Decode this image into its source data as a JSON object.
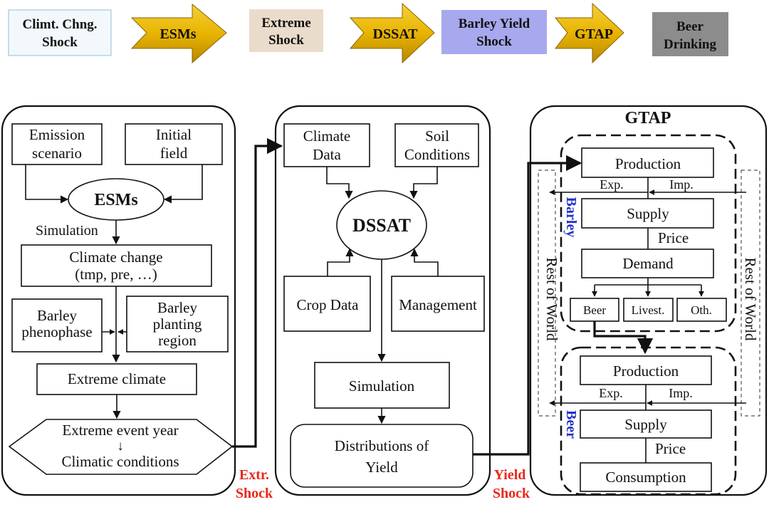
{
  "flow": {
    "step1": [
      "Climt. Chng.",
      "Shock"
    ],
    "arrow1": "ESMs",
    "step2": [
      "Extreme",
      "Shock"
    ],
    "arrow2": "DSSAT",
    "step3": [
      "Barley Yield",
      "Shock"
    ],
    "arrow3": "GTAP",
    "step4": [
      "Beer",
      "Drinking"
    ]
  },
  "esm_panel": {
    "emission": [
      "Emission",
      "scenario"
    ],
    "initial": [
      "Initial",
      "field"
    ],
    "esms": "ESMs",
    "simulation": "Simulation",
    "climate_change": [
      "Climate change",
      "(tmp, pre, …)"
    ],
    "phenophase": [
      "Barley",
      "phenophase"
    ],
    "planting": [
      "Barley",
      "planting",
      "region"
    ],
    "extreme_climate": "Extreme climate",
    "event_year": "Extreme event year",
    "down_arrow": "↓",
    "climatic_conditions": "Climatic conditions"
  },
  "dssat_panel": {
    "climate_data": [
      "Climate",
      "Data"
    ],
    "soil": [
      "Soil",
      "Conditions"
    ],
    "dssat": "DSSAT",
    "crop_data": "Crop Data",
    "management": "Management",
    "simulation": "Simulation",
    "distributions": [
      "Distributions of",
      "Yield"
    ]
  },
  "links": {
    "extr_shock": [
      "Extr.",
      "Shock"
    ],
    "yield_shock": [
      "Yield",
      "Shock"
    ]
  },
  "gtap_panel": {
    "title": "GTAP",
    "rest_left": "Rest of World",
    "rest_right": "Rest of World",
    "barley_label": "Barley",
    "beer_label": "Beer",
    "production1": "Production",
    "exp1": "Exp.",
    "imp1": "Imp.",
    "supply1": "Supply",
    "price1": "Price",
    "demand": "Demand",
    "beer": "Beer",
    "livest": "Livest.",
    "oth": "Oth.",
    "production2": "Production",
    "exp2": "Exp.",
    "imp2": "Imp.",
    "supply2": "Supply",
    "price2": "Price",
    "consumption": "Consumption"
  },
  "colors": {
    "arrow_fill": "#e8b400",
    "step1_fill": "#f2f8fb",
    "step2_fill": "#eadccb",
    "step3_fill": "#a8a8ee",
    "step4_fill": "#8c8c8c",
    "shock_text": "#e8281c",
    "label_blue": "#2233cc"
  }
}
